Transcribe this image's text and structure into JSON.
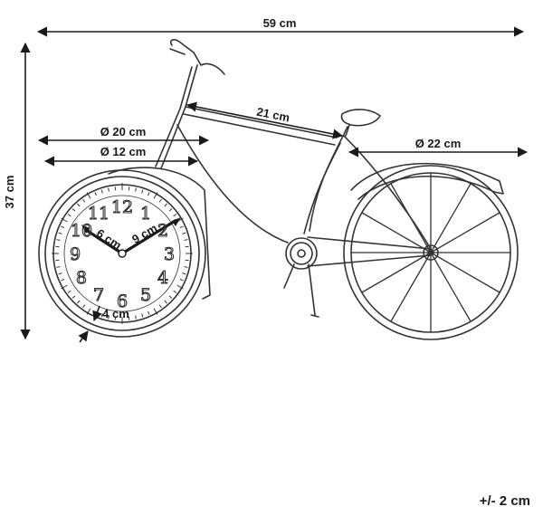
{
  "dimensions": {
    "total_width": "59 cm",
    "total_height": "37 cm",
    "frame_length": "21 cm",
    "clock_diameter_outer": "Ø 20 cm",
    "clock_diameter_inner": "Ø 12 cm",
    "wheel_diameter": "Ø 22 cm",
    "hour_hand": "6 cm",
    "minute_hand": "9 cm",
    "depth": "4 cm"
  },
  "clock_numerals": [
    "12",
    "1",
    "2",
    "3",
    "4",
    "5",
    "6",
    "7",
    "8",
    "9",
    "10",
    "11"
  ],
  "tolerance": "+/- 2 cm",
  "colors": {
    "line": "#1a1a1a",
    "sketch": "#333333",
    "background": "#ffffff"
  }
}
